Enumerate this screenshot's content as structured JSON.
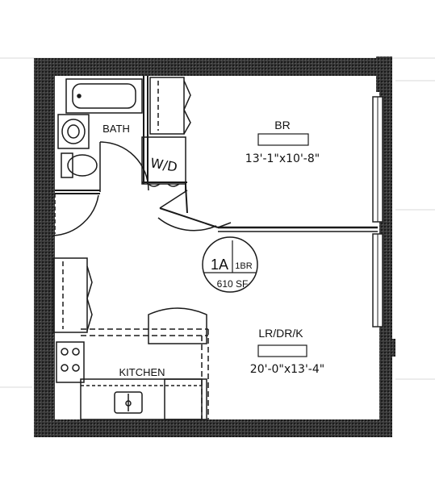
{
  "rooms": {
    "bath": {
      "label": "BATH"
    },
    "bedroom": {
      "label": "BR",
      "dimensions": "13'-1\"x10'-8\""
    },
    "living": {
      "label": "LR/DR/K",
      "dimensions": "20'-0\"x13'-4\""
    },
    "kitchen": {
      "label": "KITCHEN"
    },
    "laundry": {
      "label": "W/D"
    }
  },
  "unit_badge": {
    "unit": "1A",
    "type": "1BR",
    "area": "610 SF"
  },
  "colors": {
    "wall": "#2b2b2b",
    "line": "#1a1a1a",
    "paper": "#ffffff"
  }
}
